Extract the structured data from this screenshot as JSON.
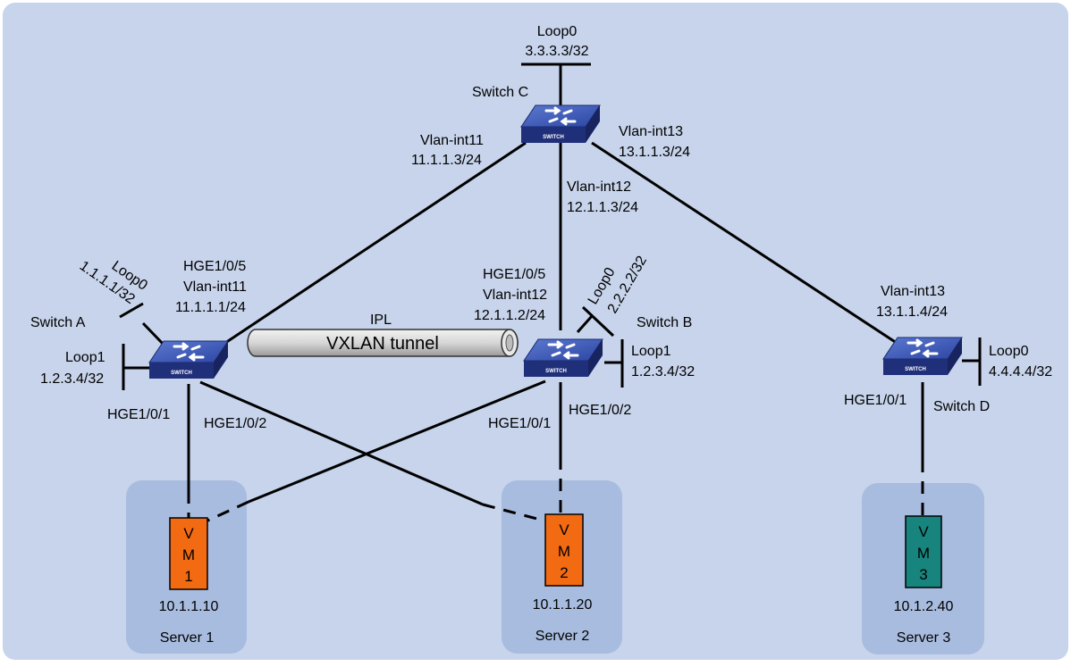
{
  "colors": {
    "background": "#c7d4eb",
    "server_box": "#a8bcdf",
    "switch_top": "#3a55b5",
    "switch_side": "#1f2f7a",
    "vm_orange": "#f26a12",
    "vm_teal": "#17857d",
    "link": "#000000",
    "tunnel": "#d9d9d9"
  },
  "switches": {
    "a": {
      "name": "Switch A",
      "icon": "switch-icon",
      "label": "SWITCH"
    },
    "b": {
      "name": "Switch B",
      "icon": "switch-icon",
      "label": "SWITCH"
    },
    "c": {
      "name": "Switch C",
      "icon": "switch-icon",
      "label": "SWITCH"
    },
    "d": {
      "name": "Switch D",
      "icon": "switch-icon",
      "label": "SWITCH"
    }
  },
  "interfaces": {
    "c_loop0": {
      "name": "Loop0",
      "ip": "3.3.3.3/32"
    },
    "c_vlan11": {
      "name": "Vlan-int11",
      "ip": "11.1.1.3/24"
    },
    "c_vlan12": {
      "name": "Vlan-int12",
      "ip": "12.1.1.3/24"
    },
    "c_vlan13": {
      "name": "Vlan-int13",
      "ip": "13.1.1.3/24"
    },
    "a_loop0": {
      "name": "Loop0",
      "ip": "1.1.1.1/32"
    },
    "a_uplink": {
      "port": "HGE1/0/5",
      "name": "Vlan-int11",
      "ip": "11.1.1.1/24"
    },
    "a_loop1": {
      "name": "Loop1",
      "ip": "1.2.3.4/32"
    },
    "a_hge1": "HGE1/0/1",
    "a_hge2": "HGE1/0/2",
    "b_uplink": {
      "port": "HGE1/0/5",
      "name": "Vlan-int12",
      "ip": "12.1.1.2/24"
    },
    "b_loop0": {
      "name": "Loop0",
      "ip": "2.2.2.2/32"
    },
    "b_loop1": {
      "name": "Loop1",
      "ip": "1.2.3.4/32"
    },
    "b_hge1": "HGE1/0/1",
    "b_hge2": "HGE1/0/2",
    "d_vlan13": {
      "name": "Vlan-int13",
      "ip": "13.1.1.4/24"
    },
    "d_loop0": {
      "name": "Loop0",
      "ip": "4.4.4.4/32"
    },
    "d_hge1": "HGE1/0/1"
  },
  "tunnel": {
    "ipl": "IPL",
    "name": "VXLAN tunnel"
  },
  "servers": [
    {
      "name": "Server 1",
      "vm": [
        "V",
        "M",
        "1"
      ],
      "ip": "10.1.1.10"
    },
    {
      "name": "Server 2",
      "vm": [
        "V",
        "M",
        "2"
      ],
      "ip": "10.1.1.20"
    },
    {
      "name": "Server 3",
      "vm": [
        "V",
        "M",
        "3"
      ],
      "ip": "10.1.2.40"
    }
  ]
}
